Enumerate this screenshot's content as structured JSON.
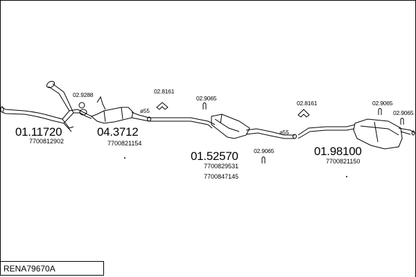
{
  "diagram": {
    "reference_code": "RENA79670A",
    "parts": [
      {
        "number": "01.11720",
        "oem": [
          "7700812902"
        ]
      },
      {
        "number": "04.3712",
        "oem": [
          "7700821154"
        ]
      },
      {
        "number": "01.52570",
        "oem": [
          "7700829531",
          "7700847145"
        ]
      },
      {
        "number": "01.98100",
        "oem": [
          "7700821150"
        ]
      }
    ],
    "fittings": {
      "f1": "02.9288",
      "f2": "02.8161",
      "f3": "02.9065",
      "f4": "02.9065",
      "f5": "02.8161",
      "f6": "02.9065",
      "f7": "02.9065"
    },
    "diameters": {
      "d1": "ø55",
      "d2": "ø55"
    },
    "colors": {
      "line": "#000000",
      "background": "#ffffff"
    }
  }
}
